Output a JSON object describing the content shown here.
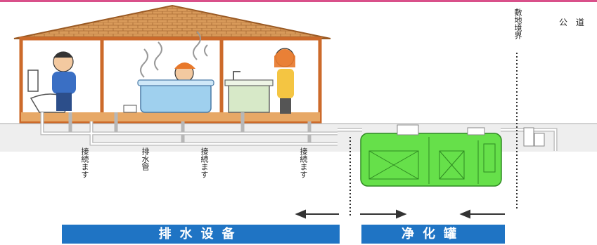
{
  "labels": {
    "boundary": "敷地境界",
    "public_road": "公 道",
    "connect_toilet": "接続ます",
    "drain_pipe": "排水管",
    "connect_bath": "接続ます",
    "connect_kitchen": "接続ます"
  },
  "banners": {
    "drainage_equipment": "排水设备",
    "septic_tank": "净化罐"
  },
  "colors": {
    "roof": "#c98a4a",
    "frame": "#cc6a2a",
    "tank": "#66e04a",
    "banner": "#1f74c4",
    "pipe": "#ffffff"
  },
  "icons": [
    "toilet-icon",
    "bathtub-icon",
    "sink-icon",
    "person-icon",
    "steam-icon",
    "arrow-left-icon",
    "arrow-right-icon"
  ]
}
